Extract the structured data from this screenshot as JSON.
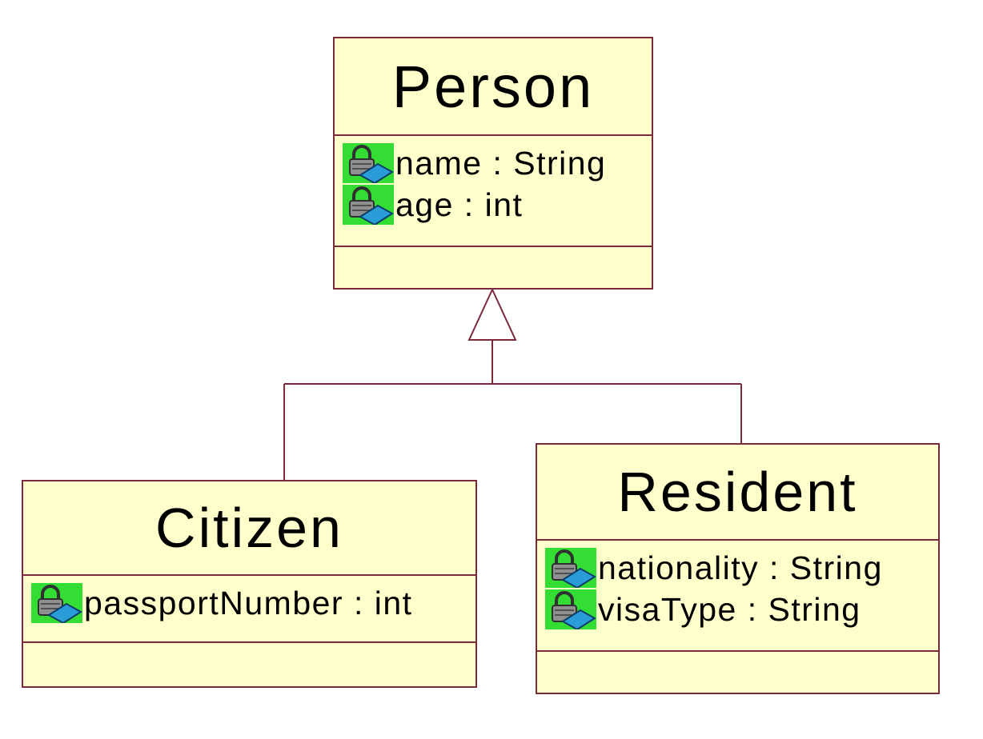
{
  "diagram": {
    "classes": {
      "person": {
        "name": "Person",
        "attributes": [
          {
            "text": "name : String",
            "visibility_icon": "private-attribute-icon"
          },
          {
            "text": "age : int",
            "visibility_icon": "private-attribute-icon"
          }
        ],
        "operations": []
      },
      "citizen": {
        "name": "Citizen",
        "attributes": [
          {
            "text": "passportNumber : int",
            "visibility_icon": "private-attribute-icon"
          }
        ],
        "operations": []
      },
      "resident": {
        "name": "Resident",
        "attributes": [
          {
            "text": "nationality : String",
            "visibility_icon": "private-attribute-icon"
          },
          {
            "text": "visaType : String",
            "visibility_icon": "private-attribute-icon"
          }
        ],
        "operations": []
      }
    },
    "relationships": [
      {
        "type": "generalization",
        "from": "Citizen",
        "to": "Person"
      },
      {
        "type": "generalization",
        "from": "Resident",
        "to": "Person"
      }
    ],
    "colors": {
      "class_fill": "#ffffcc",
      "border": "#7a2a3a",
      "icon_highlight": "#33dd33"
    }
  }
}
